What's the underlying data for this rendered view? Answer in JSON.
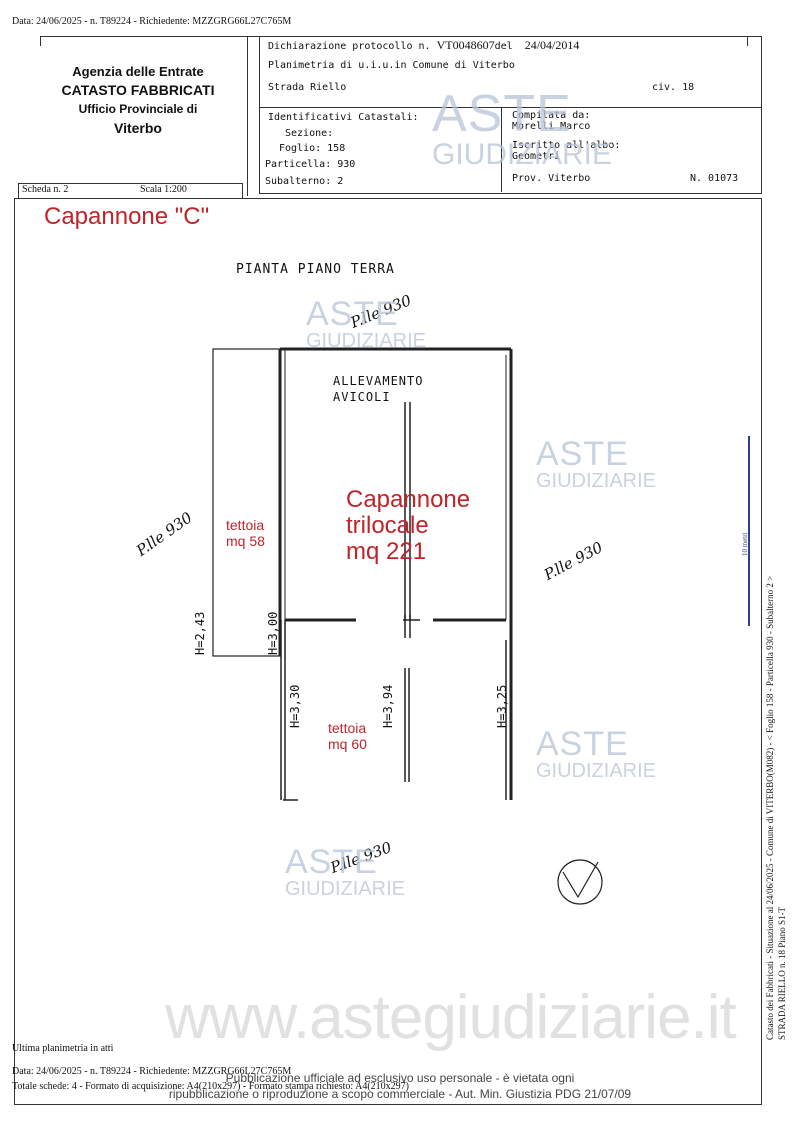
{
  "top_info": "Data: 24/06/2025 - n. T89224 - Richiedente: MZZGRG66L27C765M",
  "agency": {
    "line1": "Agenzia delle Entrate",
    "line2": "CATASTO FABBRICATI",
    "line3": "Ufficio Provinciale di",
    "line4": "Viterbo"
  },
  "declaration": {
    "label": "Dichiarazione protocollo n.",
    "number": "VT0048607",
    "del_label": "del",
    "date": "24/04/2014",
    "planimetria": "Planimetria di u.i.u.in Comune di Viterbo",
    "address": "Strada Riello",
    "civ": "civ. 18"
  },
  "identificativi": {
    "title": "Identificativi Catastali:",
    "sezione": "Sezione:",
    "foglio": "Foglio: 158",
    "particella": "Particella: 930",
    "subalterno": "Subalterno: 2"
  },
  "compilata": {
    "label": "Compilata da:",
    "name": "Morelli Marco",
    "iscritto": "Iscritto all'albo:",
    "albo": "Geometri",
    "prov": "Prov. Viterbo",
    "n": "N. 01073"
  },
  "scheda": {
    "label": "Scheda n. 2",
    "scala": "Scala 1:200"
  },
  "plan": {
    "title": "Capannone \"C\"",
    "pianta": "PIANTA PIANO TERRA",
    "allevamento1": "ALLEVAMENTO",
    "allevamento2": "AVICOLI",
    "capannone1": "Capannone",
    "capannone2": "trilocale",
    "capannone3": "mq 221",
    "tettoia1_a": "tettoia",
    "tettoia1_b": "mq 58",
    "tettoia2_a": "tettoia",
    "tettoia2_b": "mq 60",
    "h243": "H=2,43",
    "h300": "H=3,00",
    "h330": "H=3,30",
    "h394": "H=3,94",
    "h325": "H=3,25",
    "plle_top": "P.lle 930",
    "plle_left": "P.lle 930",
    "plle_right": "P.lle 930",
    "plle_bottom": "P.lle 930"
  },
  "side_text": {
    "line1": "Catasto dei Fabbricati - Situazione al 24/06/2025 - Comune di VITERBO(M082) - < Foglio 158 - Particella 930 - Subalterno 2 >",
    "line2": "STRADA RIELLO n. 18 Piano S1-T",
    "metri": "10 metri"
  },
  "footer": {
    "ultima": "Ultima planimetria in atti",
    "data": "Data: 24/06/2025 - n. T89224 - Richiedente: MZZGRG66L27C765M",
    "totale": "Totale schede: 4 - Formato di acquisizione: A4(210x297) - Formato stampa richiesto: A4(210x297)",
    "pub1": "Pubblicazione ufficiale ad esclusivo uso personale - è vietata ogni",
    "pub2": "ripubblicazione o riproduzione a scopo commerciale - Aut. Min. Giustizia PDG 21/07/09",
    "site": "www.astegiudiziarie.it"
  },
  "watermark": {
    "aste": "ASTE",
    "giudiziarie": "GIUDIZIARIE"
  }
}
